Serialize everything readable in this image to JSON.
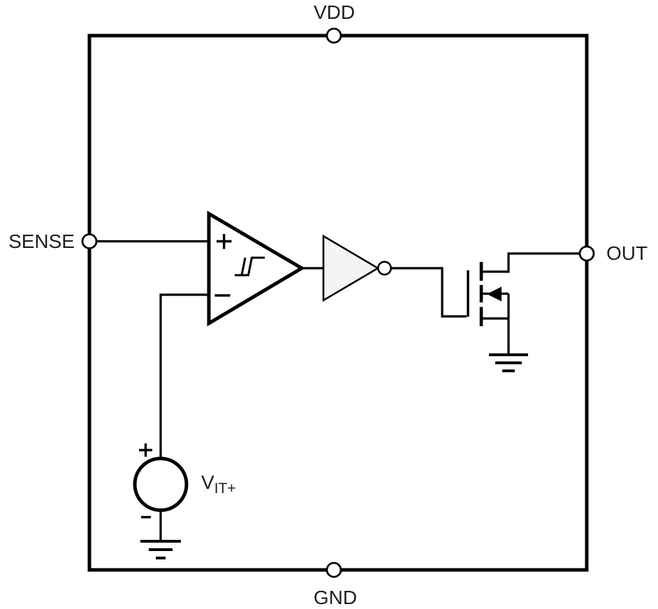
{
  "diagram": {
    "type": "circuit-functional-block-diagram",
    "description": "Hysteresis comparator driving an inverter and an open-drain N-channel MOSFET output stage inside a device boundary",
    "pins": [
      {
        "label": "VDD",
        "side": "top"
      },
      {
        "label": "SENSE",
        "side": "left"
      },
      {
        "label": "OUT",
        "side": "right"
      },
      {
        "label": "GND",
        "side": "bottom"
      }
    ],
    "labels": {
      "vdd": "VDD",
      "sense": "SENSE",
      "out": "OUT",
      "gnd": "GND",
      "vref_main": "V",
      "vref_sub": "IT+"
    },
    "marks": {
      "comparator_noninverting": "+",
      "comparator_inverting": "−",
      "source_positive": "+",
      "source_negative": "−"
    },
    "components": [
      {
        "name": "hysteresis-comparator"
      },
      {
        "name": "inverter"
      },
      {
        "name": "nmos-open-drain-transistor"
      },
      {
        "name": "voltage-reference-source"
      },
      {
        "name": "mosfet-ground-symbol"
      },
      {
        "name": "reference-ground-symbol"
      }
    ],
    "colors": {
      "line": "#000000",
      "text": "#1f1f1f",
      "inverter_fill": "#f4f4f4",
      "background": "#ffffff"
    }
  }
}
